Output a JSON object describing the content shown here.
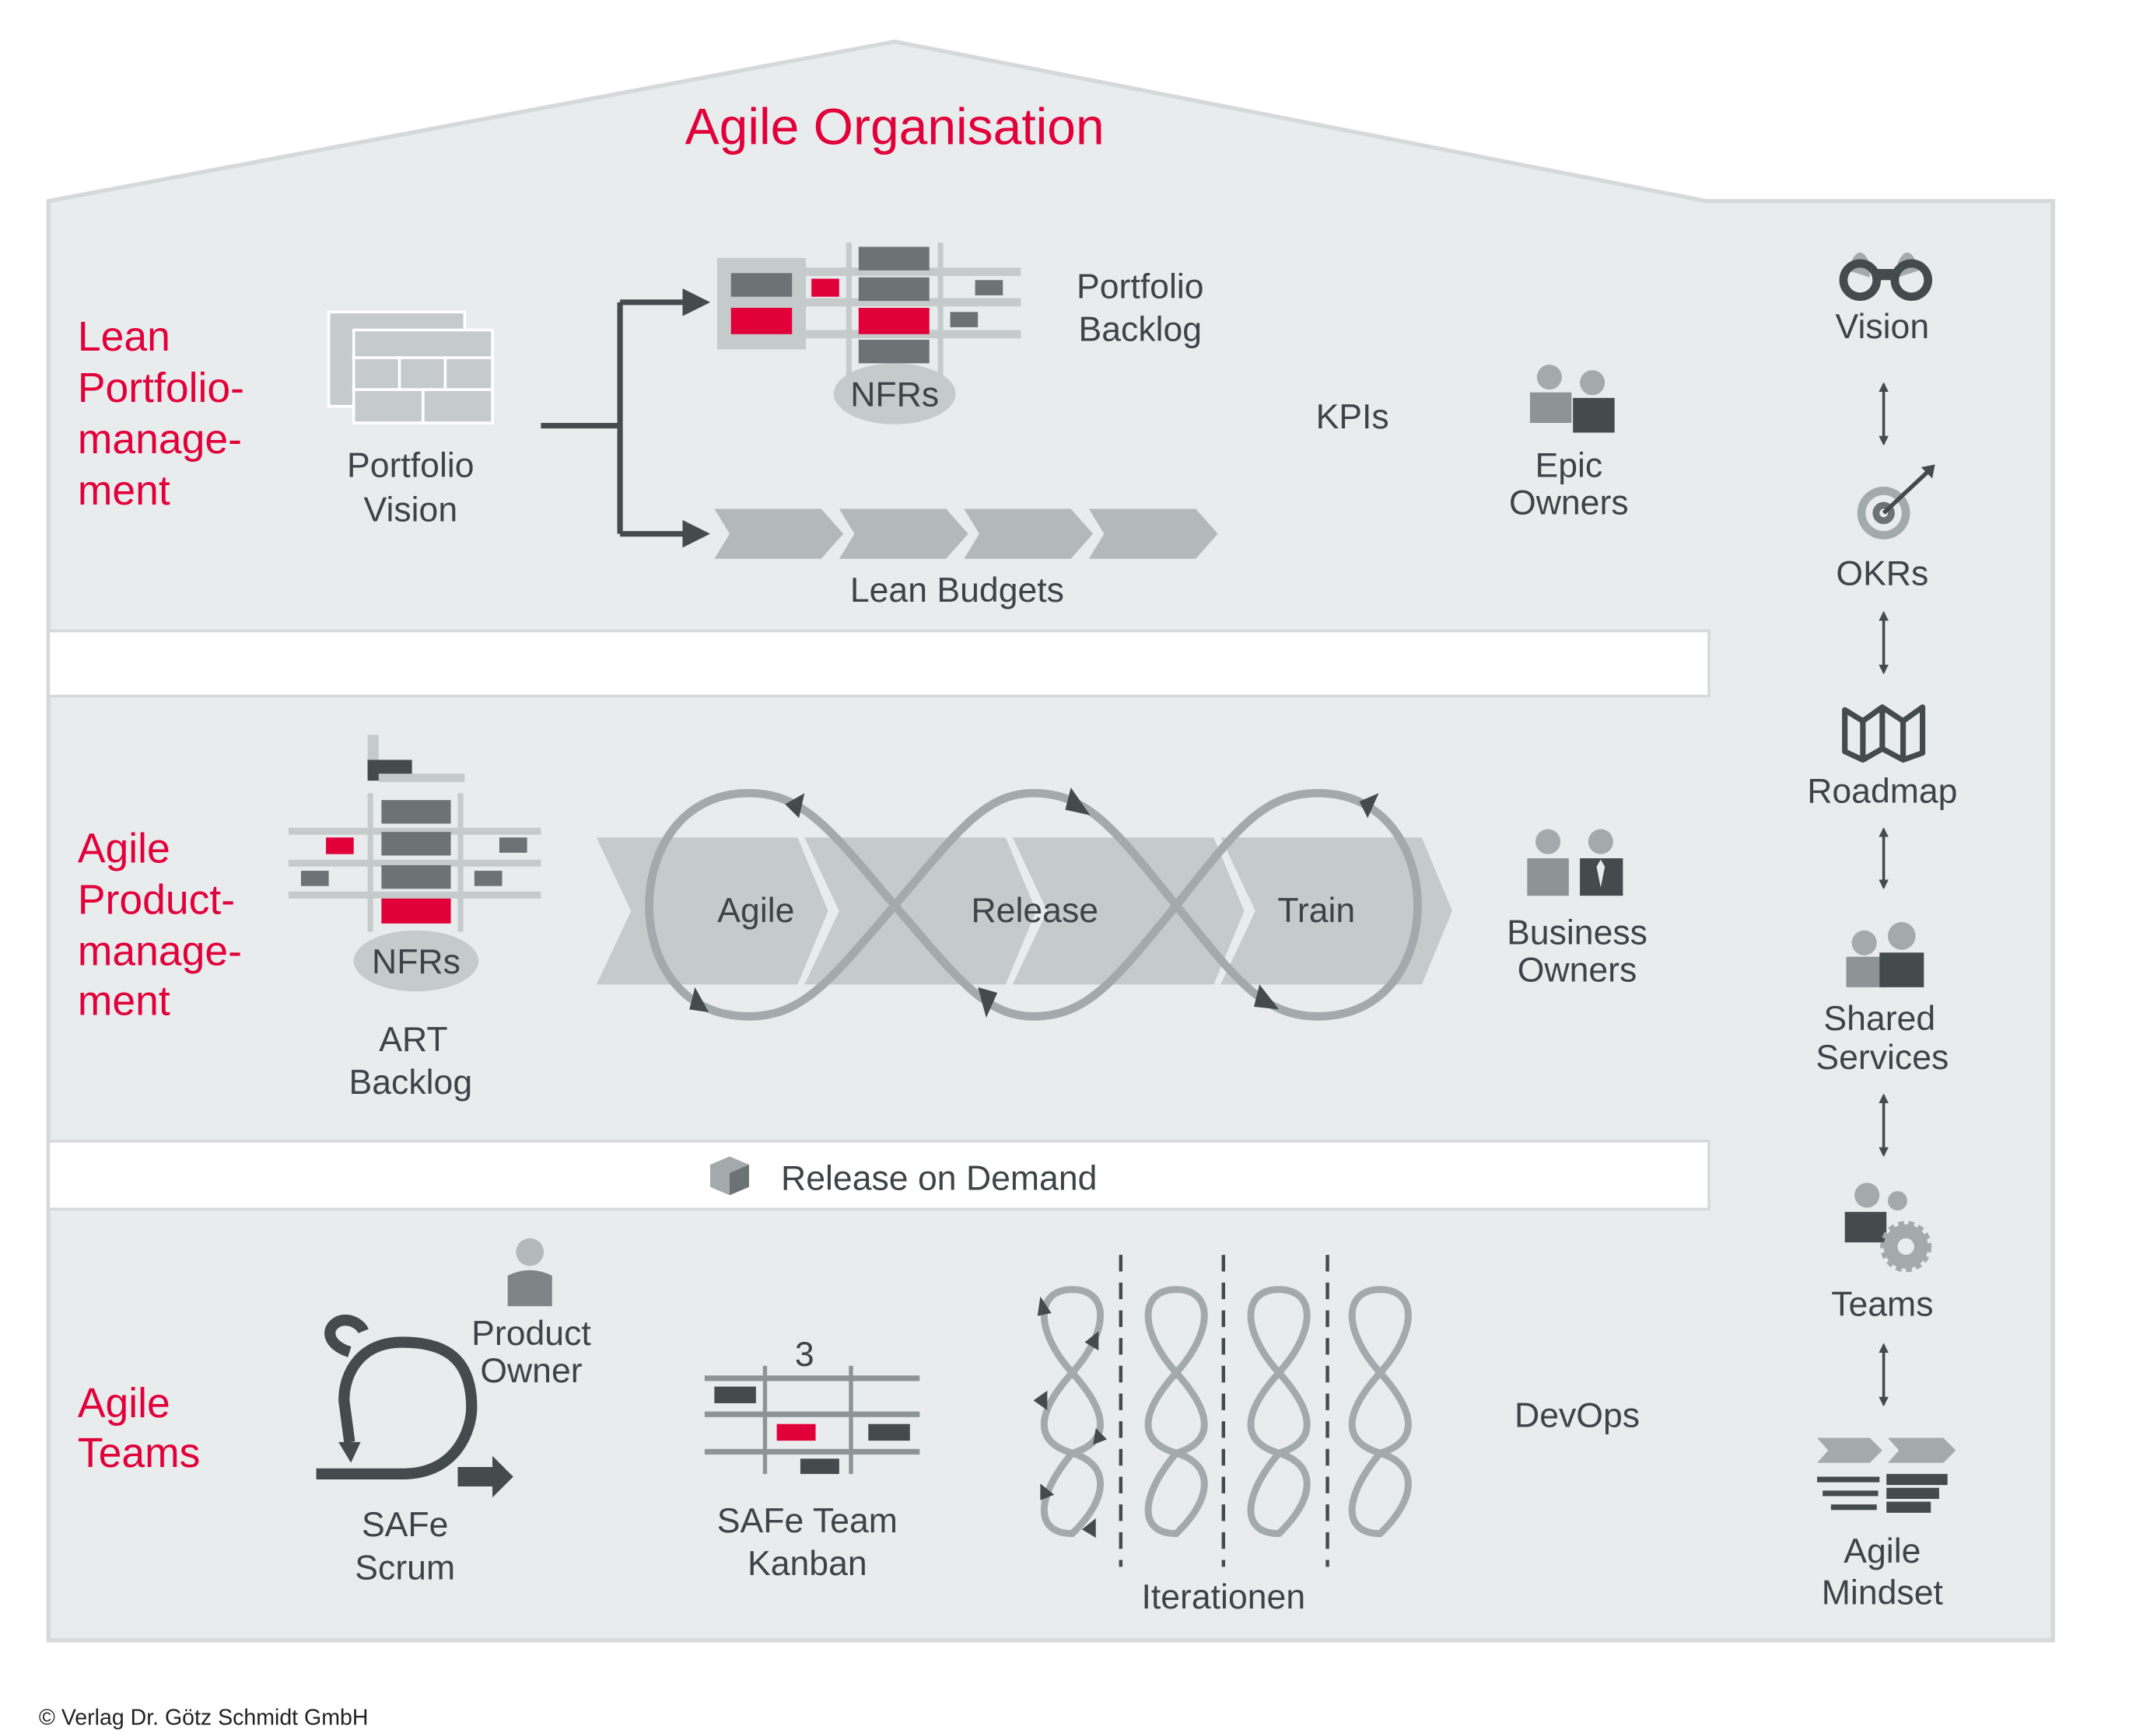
{
  "title": "Agile Organisation",
  "colors": {
    "accent": "#e2003a",
    "background": "#e9eced",
    "dark": "#434b4d",
    "mid": "#a3aaac",
    "text": "#3d4447"
  },
  "levels": {
    "portfolio": {
      "label_lines": [
        "Lean",
        "Portfolio-",
        "manage-",
        "ment"
      ],
      "portfolio_vision": [
        "Portfolio",
        "Vision"
      ],
      "portfolio_backlog": [
        "Portfolio",
        "Backlog"
      ],
      "nfrs": "NFRs",
      "lean_budgets": "Lean Budgets",
      "kpis": "KPIs",
      "epic_owners": [
        "Epic",
        "Owners"
      ]
    },
    "product": {
      "label_lines": [
        "Agile",
        "Product-",
        "manage-",
        "ment"
      ],
      "nfrs": "NFRs",
      "art_backlog": [
        "ART",
        "Backlog"
      ],
      "train": [
        "Agile",
        "Release",
        "Train"
      ],
      "business_owners": [
        "Business",
        "Owners"
      ]
    },
    "release_on_demand": "Release on Demand",
    "teams": {
      "label_lines": [
        "Agile",
        "Teams"
      ],
      "product_owner": [
        "Product",
        "Owner"
      ],
      "safe_scrum": [
        "SAFe",
        "Scrum"
      ],
      "kanban_number": "3",
      "safe_kanban": [
        "SAFe Team",
        "Kanban"
      ],
      "iterationen": "Iterationen",
      "devops": "DevOps"
    }
  },
  "sidebar": {
    "items": [
      {
        "icon": "binoculars-icon",
        "lines": [
          "Vision"
        ]
      },
      {
        "icon": "target-icon",
        "lines": [
          "OKRs"
        ]
      },
      {
        "icon": "map-icon",
        "lines": [
          "Roadmap"
        ]
      },
      {
        "icon": "people-icon",
        "lines": [
          "Shared",
          "Services"
        ]
      },
      {
        "icon": "team-gear-icon",
        "lines": [
          "Teams"
        ]
      },
      {
        "icon": "mindset-icon",
        "lines": [
          "Agile",
          "Mindset"
        ]
      }
    ]
  },
  "copyright": "© Verlag Dr. Götz Schmidt GmbH"
}
